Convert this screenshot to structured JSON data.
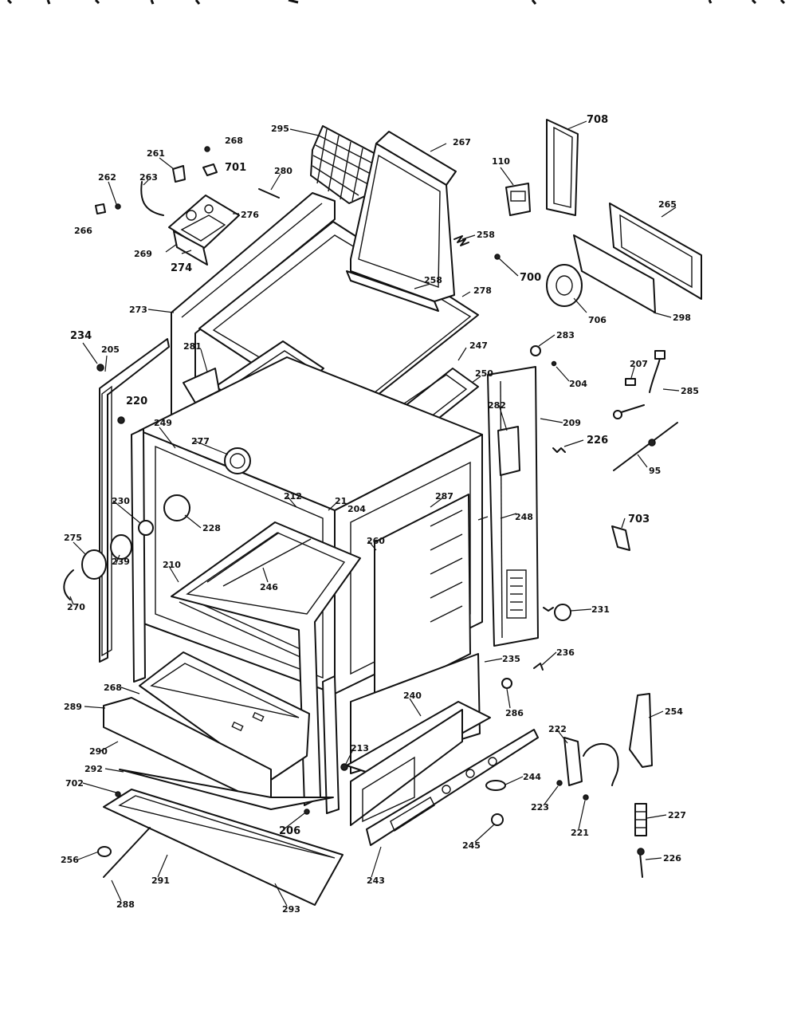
{
  "diagram": {
    "labels": [
      {
        "id": "l0",
        "text": "295"
      },
      {
        "id": "l1",
        "text": "267"
      },
      {
        "id": "l2",
        "text": "708"
      },
      {
        "id": "l3",
        "text": "110"
      },
      {
        "id": "l4",
        "text": "268"
      },
      {
        "id": "l5",
        "text": "261"
      },
      {
        "id": "l6",
        "text": "701"
      },
      {
        "id": "l7",
        "text": "262"
      },
      {
        "id": "l8",
        "text": "263"
      },
      {
        "id": "l9",
        "text": "280"
      },
      {
        "id": "l10",
        "text": "266"
      },
      {
        "id": "l11",
        "text": "276"
      },
      {
        "id": "l12",
        "text": "265"
      },
      {
        "id": "l13",
        "text": "269"
      },
      {
        "id": "l14",
        "text": "274"
      },
      {
        "id": "l15",
        "text": "258"
      },
      {
        "id": "l16",
        "text": "700"
      },
      {
        "id": "l17",
        "text": "258"
      },
      {
        "id": "l18",
        "text": "278"
      },
      {
        "id": "l19",
        "text": "706"
      },
      {
        "id": "l20",
        "text": "298"
      },
      {
        "id": "l21",
        "text": "273"
      },
      {
        "id": "l22",
        "text": "234"
      },
      {
        "id": "l23",
        "text": "205"
      },
      {
        "id": "l24",
        "text": "281"
      },
      {
        "id": "l25",
        "text": "247"
      },
      {
        "id": "l26",
        "text": "283"
      },
      {
        "id": "l27",
        "text": "204"
      },
      {
        "id": "l28",
        "text": "207"
      },
      {
        "id": "l29",
        "text": "285"
      },
      {
        "id": "l30",
        "text": "220"
      },
      {
        "id": "l31",
        "text": "250"
      },
      {
        "id": "l32",
        "text": "282"
      },
      {
        "id": "l33",
        "text": "209"
      },
      {
        "id": "l34",
        "text": "249"
      },
      {
        "id": "l35",
        "text": "277"
      },
      {
        "id": "l36",
        "text": "226"
      },
      {
        "id": "l37",
        "text": "95"
      },
      {
        "id": "l38",
        "text": "212"
      },
      {
        "id": "l39",
        "text": "21"
      },
      {
        "id": "l40",
        "text": "204"
      },
      {
        "id": "l41",
        "text": "287"
      },
      {
        "id": "l42",
        "text": "230"
      },
      {
        "id": "l43",
        "text": "228"
      },
      {
        "id": "l44",
        "text": "703"
      },
      {
        "id": "l45",
        "text": "275"
      },
      {
        "id": "l46",
        "text": "239"
      },
      {
        "id": "l47",
        "text": "210"
      },
      {
        "id": "l48",
        "text": "246"
      },
      {
        "id": "l49",
        "text": "260"
      },
      {
        "id": "l50",
        "text": "248"
      },
      {
        "id": "l51",
        "text": "270"
      },
      {
        "id": "l52",
        "text": "231"
      },
      {
        "id": "l53",
        "text": "235"
      },
      {
        "id": "l54",
        "text": "236"
      },
      {
        "id": "l55",
        "text": "268"
      },
      {
        "id": "l56",
        "text": "286"
      },
      {
        "id": "l57",
        "text": "289"
      },
      {
        "id": "l58",
        "text": "240"
      },
      {
        "id": "l59",
        "text": "254"
      },
      {
        "id": "l60",
        "text": "290"
      },
      {
        "id": "l61",
        "text": "213"
      },
      {
        "id": "l62",
        "text": "222"
      },
      {
        "id": "l63",
        "text": "292"
      },
      {
        "id": "l64",
        "text": "244"
      },
      {
        "id": "l65",
        "text": "702"
      },
      {
        "id": "l66",
        "text": "223"
      },
      {
        "id": "l67",
        "text": "221"
      },
      {
        "id": "l68",
        "text": "206"
      },
      {
        "id": "l69",
        "text": "227"
      },
      {
        "id": "l70",
        "text": "245"
      },
      {
        "id": "l71",
        "text": "256"
      },
      {
        "id": "l72",
        "text": "226"
      },
      {
        "id": "l73",
        "text": "243"
      },
      {
        "id": "l74",
        "text": "291"
      },
      {
        "id": "l75",
        "text": "288"
      },
      {
        "id": "l76",
        "text": "293"
      }
    ]
  }
}
